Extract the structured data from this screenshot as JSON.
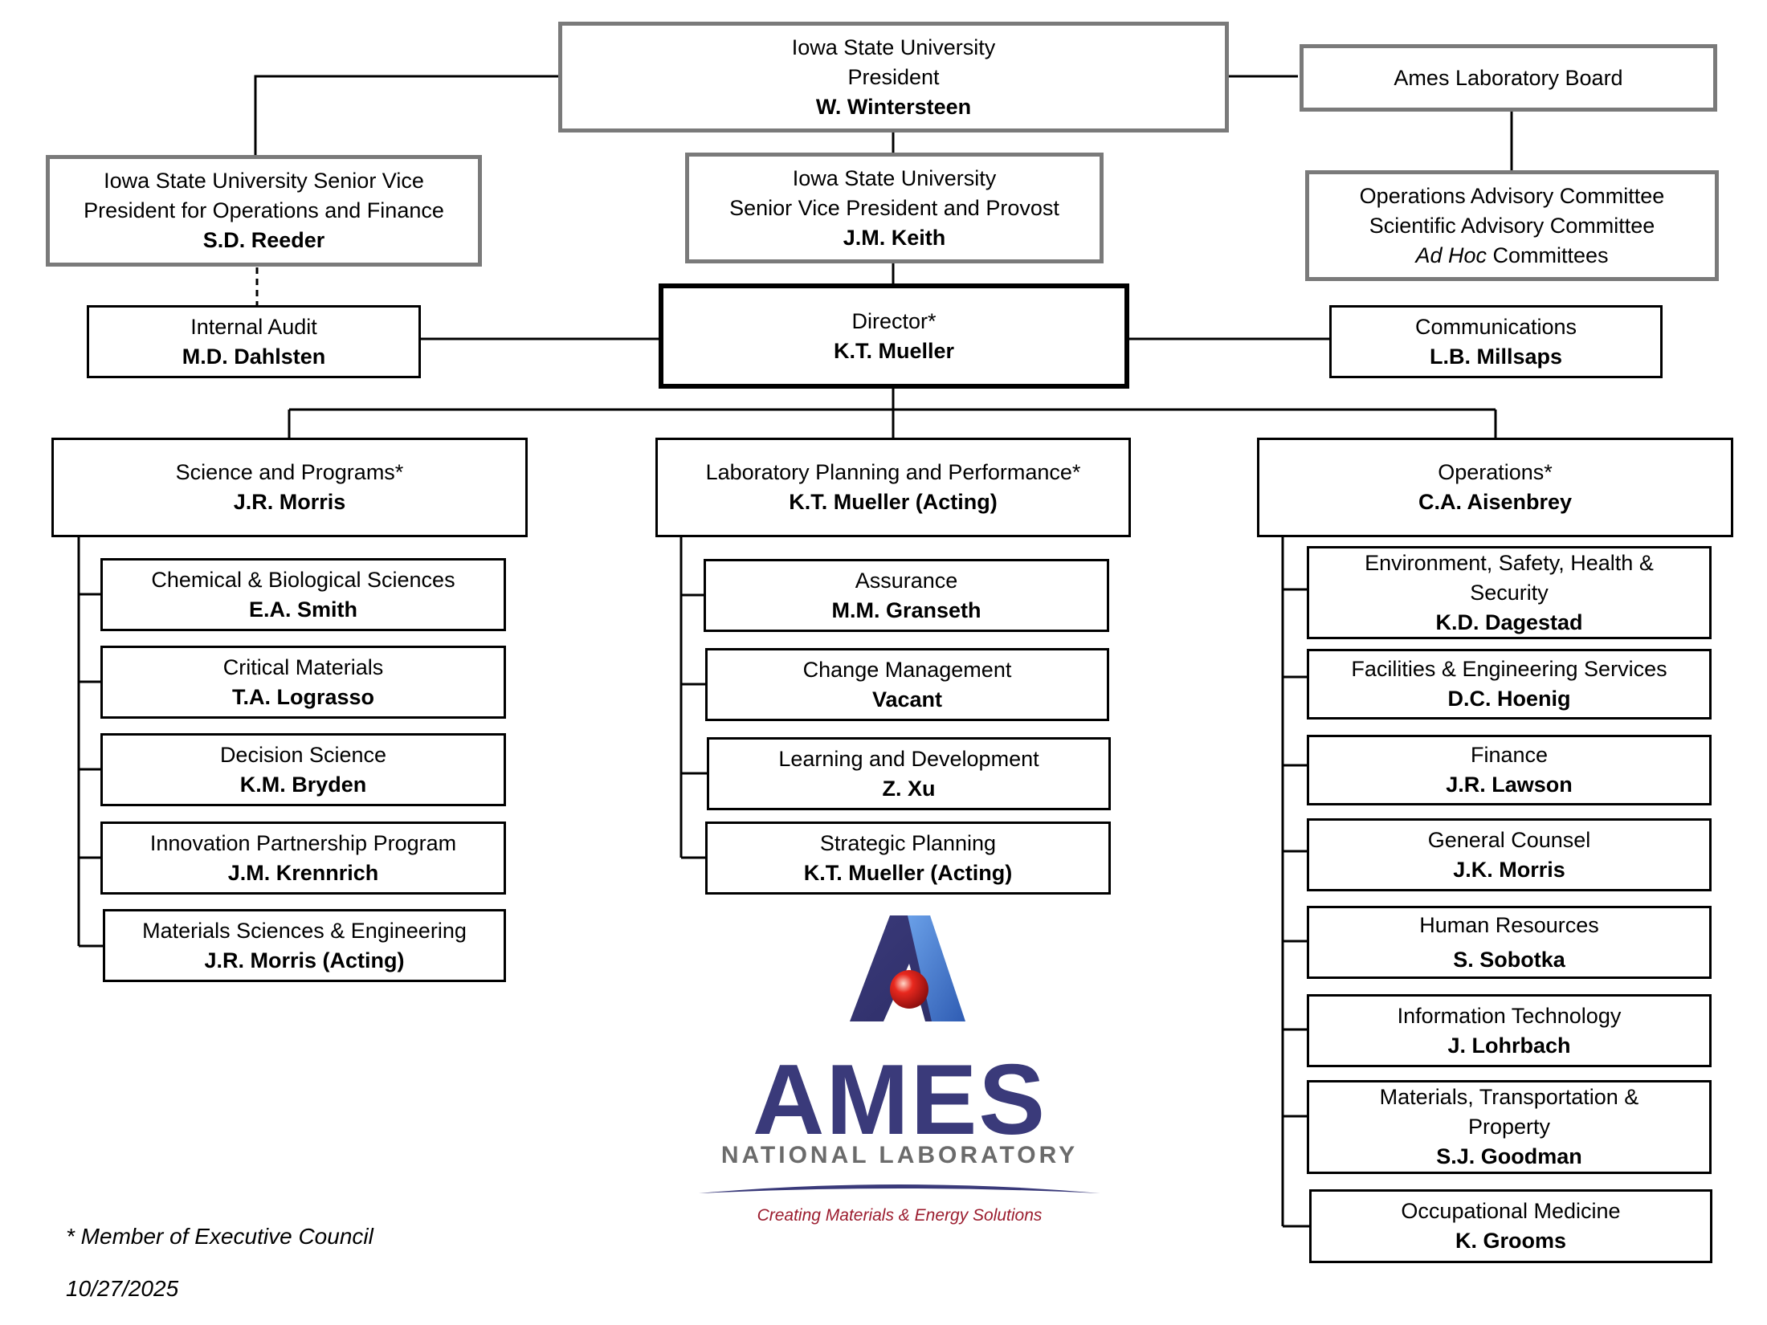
{
  "top": {
    "president": {
      "org": "Iowa State University",
      "title": "President",
      "name": "W. Wintersteen"
    },
    "board": {
      "title": "Ames Laboratory Board"
    },
    "svp_ops": {
      "line1": "Iowa State University Senior Vice",
      "line2": "President for Operations and Finance",
      "name": "S.D. Reeder"
    },
    "provost": {
      "org": "Iowa State University",
      "title": "Senior Vice President and Provost",
      "name": "J.M. Keith"
    },
    "committees": {
      "line1": "Operations Advisory Committee",
      "line2": "Scientific Advisory Committee",
      "line3_italic": "Ad Hoc",
      "line3_rest": " Committees"
    },
    "audit": {
      "title": "Internal Audit",
      "name": "M.D. Dahlsten"
    },
    "director": {
      "title": "Director*",
      "name": "K.T. Mueller"
    },
    "communications": {
      "title": "Communications",
      "name": "L.B. Millsaps"
    }
  },
  "divisions": {
    "science": {
      "title": "Science and Programs*",
      "name": "J.R. Morris",
      "units": [
        {
          "title": "Chemical & Biological Sciences",
          "name": "E.A. Smith"
        },
        {
          "title": "Critical Materials",
          "name": "T.A. Lograsso"
        },
        {
          "title": "Decision Science",
          "name": "K.M. Bryden"
        },
        {
          "title": "Innovation Partnership Program",
          "name": "J.M. Krennrich"
        },
        {
          "title": "Materials Sciences & Engineering",
          "name": "J.R. Morris (Acting)"
        }
      ]
    },
    "planning": {
      "title": "Laboratory Planning and Performance*",
      "name": "K.T. Mueller (Acting)",
      "units": [
        {
          "title": "Assurance",
          "name": "M.M. Granseth"
        },
        {
          "title": "Change Management",
          "name": "Vacant"
        },
        {
          "title": "Learning and Development",
          "name": "Z. Xu"
        },
        {
          "title": "Strategic Planning",
          "name": "K.T. Mueller (Acting)"
        }
      ]
    },
    "operations": {
      "title": "Operations*",
      "name": "C.A. Aisenbrey",
      "units": [
        {
          "title": "Environment, Safety, Health & Security",
          "name": "K.D. Dagestad"
        },
        {
          "title": "Facilities & Engineering Services",
          "name": "D.C. Hoenig"
        },
        {
          "title": "Finance",
          "name": "J.R. Lawson"
        },
        {
          "title": "General Counsel",
          "name": "J.K. Morris"
        },
        {
          "title": "Human Resources",
          "name": "S. Sobotka"
        },
        {
          "title": "Information Technology",
          "name": "J. Lohrbach"
        },
        {
          "title": "Materials, Transportation & Property",
          "name": "S.J. Goodman"
        },
        {
          "title": "Occupational Medicine",
          "name": "K. Grooms"
        }
      ]
    }
  },
  "footer": {
    "note": "* Member of Executive Council",
    "date": "10/27/2025"
  },
  "logo": {
    "wordmark": "AMES",
    "subtitle": "NATIONAL LABORATORY",
    "tagline": "Creating Materials & Energy Solutions",
    "colors": {
      "navy": "#3a3a7a",
      "blue": "#3f6fc4",
      "red": "#e01e1e",
      "gray": "#6b6b6b",
      "tagline": "#9b1c2e"
    }
  }
}
